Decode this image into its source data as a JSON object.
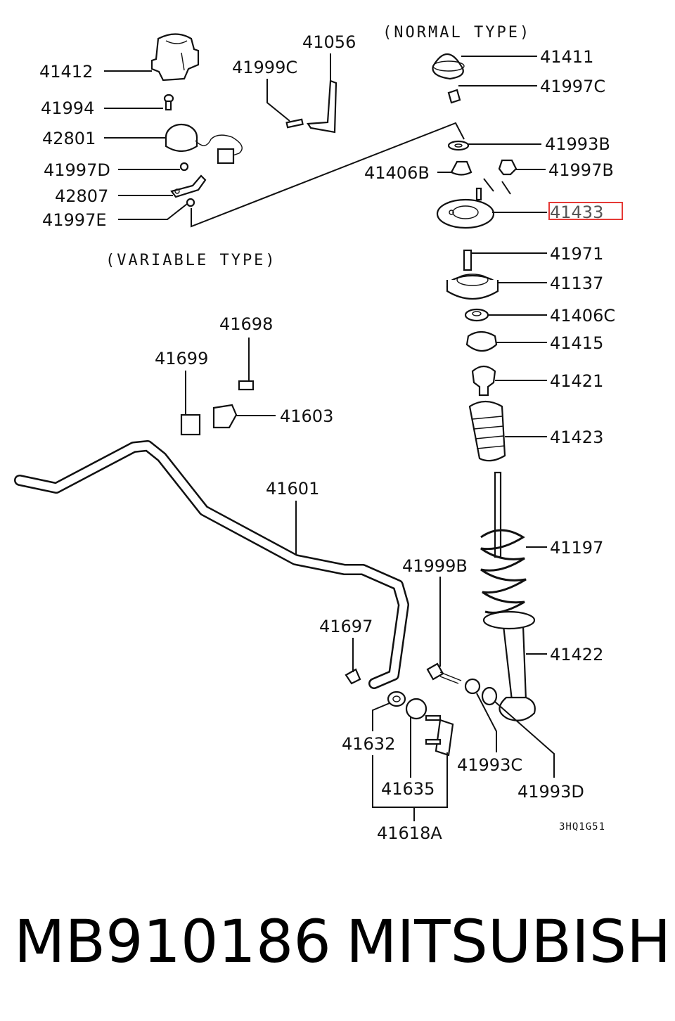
{
  "notes": {
    "normal_type": "(NORMAL TYPE)",
    "variable_type": "(VARIABLE TYPE)",
    "drawing_code": "3HQ1G51"
  },
  "labels": {
    "p41412": "41412",
    "p41994": "41994",
    "p42801": "42801",
    "p41997D": "41997D",
    "p42807": "42807",
    "p41997E": "41997E",
    "p41999C": "41999C",
    "p41056": "41056",
    "p41411": "41411",
    "p41997C": "41997C",
    "p41993B": "41993B",
    "p41406B": "41406B",
    "p41997B": "41997B",
    "p41433": "41433",
    "p41971": "41971",
    "p41137": "41137",
    "p41406C": "41406C",
    "p41415": "41415",
    "p41421": "41421",
    "p41423": "41423",
    "p41698": "41698",
    "p41699": "41699",
    "p41603": "41603",
    "p41601": "41601",
    "p41197": "41197",
    "p41999B": "41999B",
    "p41697": "41697",
    "p41422": "41422",
    "p41632": "41632",
    "p41993C": "41993C",
    "p41635": "41635",
    "p41993D": "41993D",
    "p41618A": "41618A"
  },
  "highlight": {
    "part": "41433",
    "color": "#e53935"
  },
  "footer": {
    "part_number": "MB910186",
    "brand": "MITSUBISHI"
  }
}
